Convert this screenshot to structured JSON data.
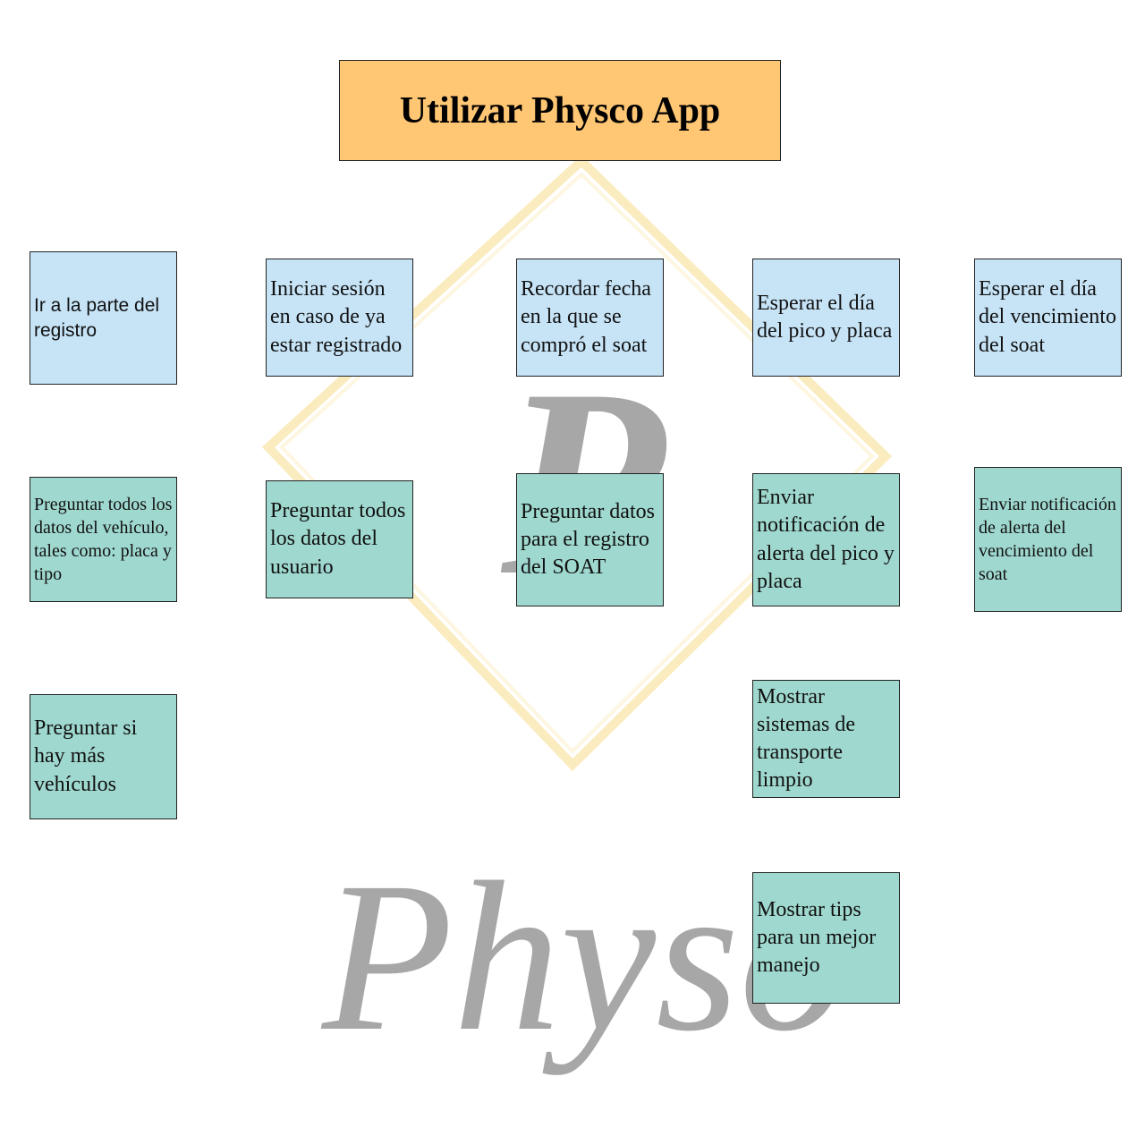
{
  "colors": {
    "title_fill": "#ffc673",
    "action_fill": "#c7e4f7",
    "response_fill": "#9fd8cf",
    "border": "#222222",
    "watermark_gold": "#f7dc8c",
    "watermark_gray": "#8a8a8a"
  },
  "title": "Utilizar Physco App",
  "watermark": {
    "logo_letter": "P",
    "logo_word": "Physo"
  },
  "row1": [
    {
      "text": "Ir a la parte del registro"
    },
    {
      "text": "Iniciar sesión en caso de ya estar registrado"
    },
    {
      "text": "Recordar fecha en la que se compró el soat"
    },
    {
      "text": "Esperar el día del pico y placa"
    },
    {
      "text": "Esperar el día del vencimiento del soat"
    }
  ],
  "row2": [
    {
      "text": "Preguntar todos los datos del vehículo, tales como: placa y tipo"
    },
    {
      "text": "Preguntar todos los datos del usuario"
    },
    {
      "text": "Preguntar datos para el registro del SOAT"
    },
    {
      "text": "Enviar notificación de alerta del pico y placa"
    },
    {
      "text": "Enviar notificación de alerta del vencimiento del soat"
    }
  ],
  "row3": [
    {
      "text": "Preguntar si hay más vehículos"
    },
    {
      "text": "Mostrar sistemas de transporte limpio"
    }
  ],
  "row4": [
    {
      "text": "Mostrar tips para un mejor manejo"
    }
  ]
}
